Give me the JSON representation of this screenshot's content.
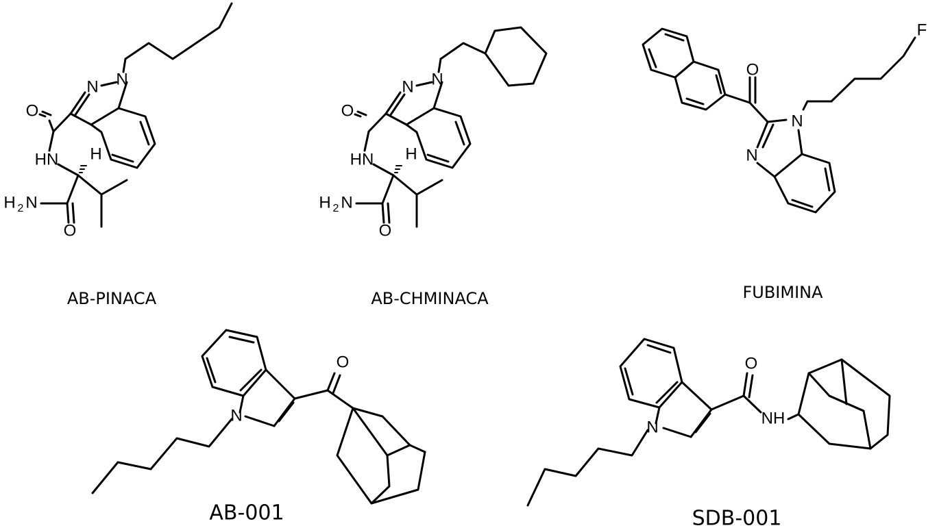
{
  "molecules": [
    {
      "name": "AB-PINACA",
      "labels": {
        "n1": "N",
        "n2": "N",
        "o1": "O",
        "hn": "HN",
        "h": "H",
        "h2n": "H",
        "h2n_sub": "2",
        "h2n_n": "N",
        "o2": "O"
      }
    },
    {
      "name": "AB-CHMINACA",
      "labels": {
        "n1": "N",
        "n2": "N",
        "o1": "O",
        "hn": "HN",
        "h": "H",
        "h2n": "H",
        "h2n_sub": "2",
        "h2n_n": "N",
        "o2": "O"
      }
    },
    {
      "name": "FUBIMINA",
      "labels": {
        "o": "O",
        "f": "F",
        "n1": "N",
        "n2": "N"
      }
    },
    {
      "name": "AB-001",
      "labels": {
        "o": "O",
        "n": "N"
      }
    },
    {
      "name": "SDB-001",
      "labels": {
        "o": "O",
        "nh": "NH",
        "n": "N"
      }
    }
  ]
}
